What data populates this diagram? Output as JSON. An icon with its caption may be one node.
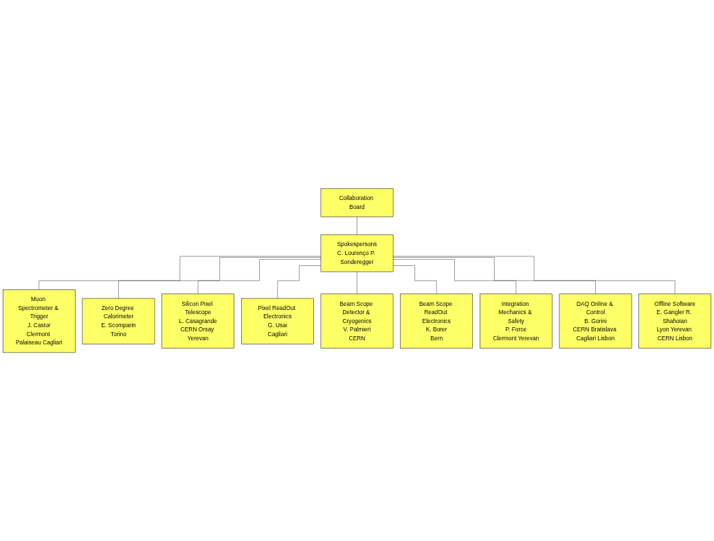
{
  "diagram": {
    "nodes": [
      {
        "text": [
          "Collaboration Board"
        ]
      },
      {
        "text": [
          "Spokespersons",
          "C. Lourenço P. Sonderegger"
        ]
      },
      {
        "text": [
          "Muon Spectrometer & Trigger",
          "J. Castor",
          "Clermont Palaiseau Cagliari"
        ]
      },
      {
        "text": [
          "Silicon Pixel Telescope",
          "L. Casagrande",
          "CERN Orsay Yerevan"
        ]
      },
      {
        "text": [
          "Beam Scope Detector & Cryogenics",
          "V. Palmieri",
          "CERN"
        ]
      },
      {
        "text": [
          "Integration Mechanics & Safety",
          "P. Force",
          "Clermont Yerevan"
        ]
      },
      {
        "text": [
          "Offline Software",
          "E. Gangler R. Shahoian",
          "Lyon Yerevan CERN Lisbon"
        ]
      },
      {
        "text": [
          "Zero Degree Calorimeter",
          "E. Scomparin",
          "Torino"
        ]
      },
      {
        "text": [
          "Pixel ReadOut Electronics",
          "G. Usai",
          "Cagliari"
        ]
      },
      {
        "text": [
          "Beam Scope ReadOut Electronics",
          "K. Borer",
          "Bern"
        ]
      },
      {
        "text": [
          "DAQ Online & Control",
          "B. Gorini",
          "CERN Bratislava Cagliari Lisbon"
        ]
      }
    ],
    "edges": [
      {
        "from": 0,
        "to": 1,
        "arrow": "none"
      },
      {
        "from": 1,
        "to": 2,
        "arrow": "none"
      },
      {
        "from": 1,
        "to": 7,
        "arrow": "none"
      },
      {
        "from": 1,
        "to": 3,
        "arrow": "none"
      },
      {
        "from": 1,
        "to": 8,
        "arrow": "none"
      },
      {
        "from": 1,
        "to": 4,
        "arrow": "none"
      },
      {
        "from": 1,
        "to": 9,
        "arrow": "none"
      },
      {
        "from": 1,
        "to": 5,
        "arrow": "none"
      },
      {
        "from": 1,
        "to": 10,
        "arrow": "none"
      },
      {
        "from": 1,
        "to": 6,
        "arrow": "none"
      }
    ]
  }
}
